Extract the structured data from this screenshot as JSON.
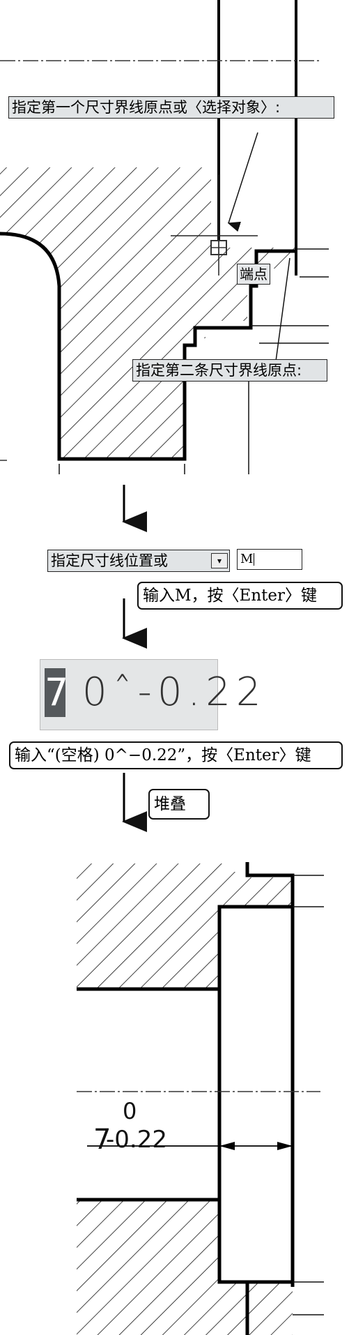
{
  "prompts": {
    "first_origin": "指定第一个尺寸界线原点或〈选择对象〉:",
    "second_origin": "指定第二条尺寸界线原点:",
    "dim_line_location": "指定尺寸线位置或"
  },
  "snap_tip": "端点",
  "input_value": "M",
  "captions": {
    "enter_m": "输入M，按〈Enter〉键",
    "enter_tolerance": "输入“(空格) 0^−0.22”，按〈Enter〉键",
    "stack": "堆叠"
  },
  "stack_editor": {
    "selected_char": "7",
    "rest_text": "0ˆ-0.22"
  },
  "result": {
    "upper_deviation": "0",
    "base_value": "7",
    "lower_deviation": "-0.22"
  }
}
